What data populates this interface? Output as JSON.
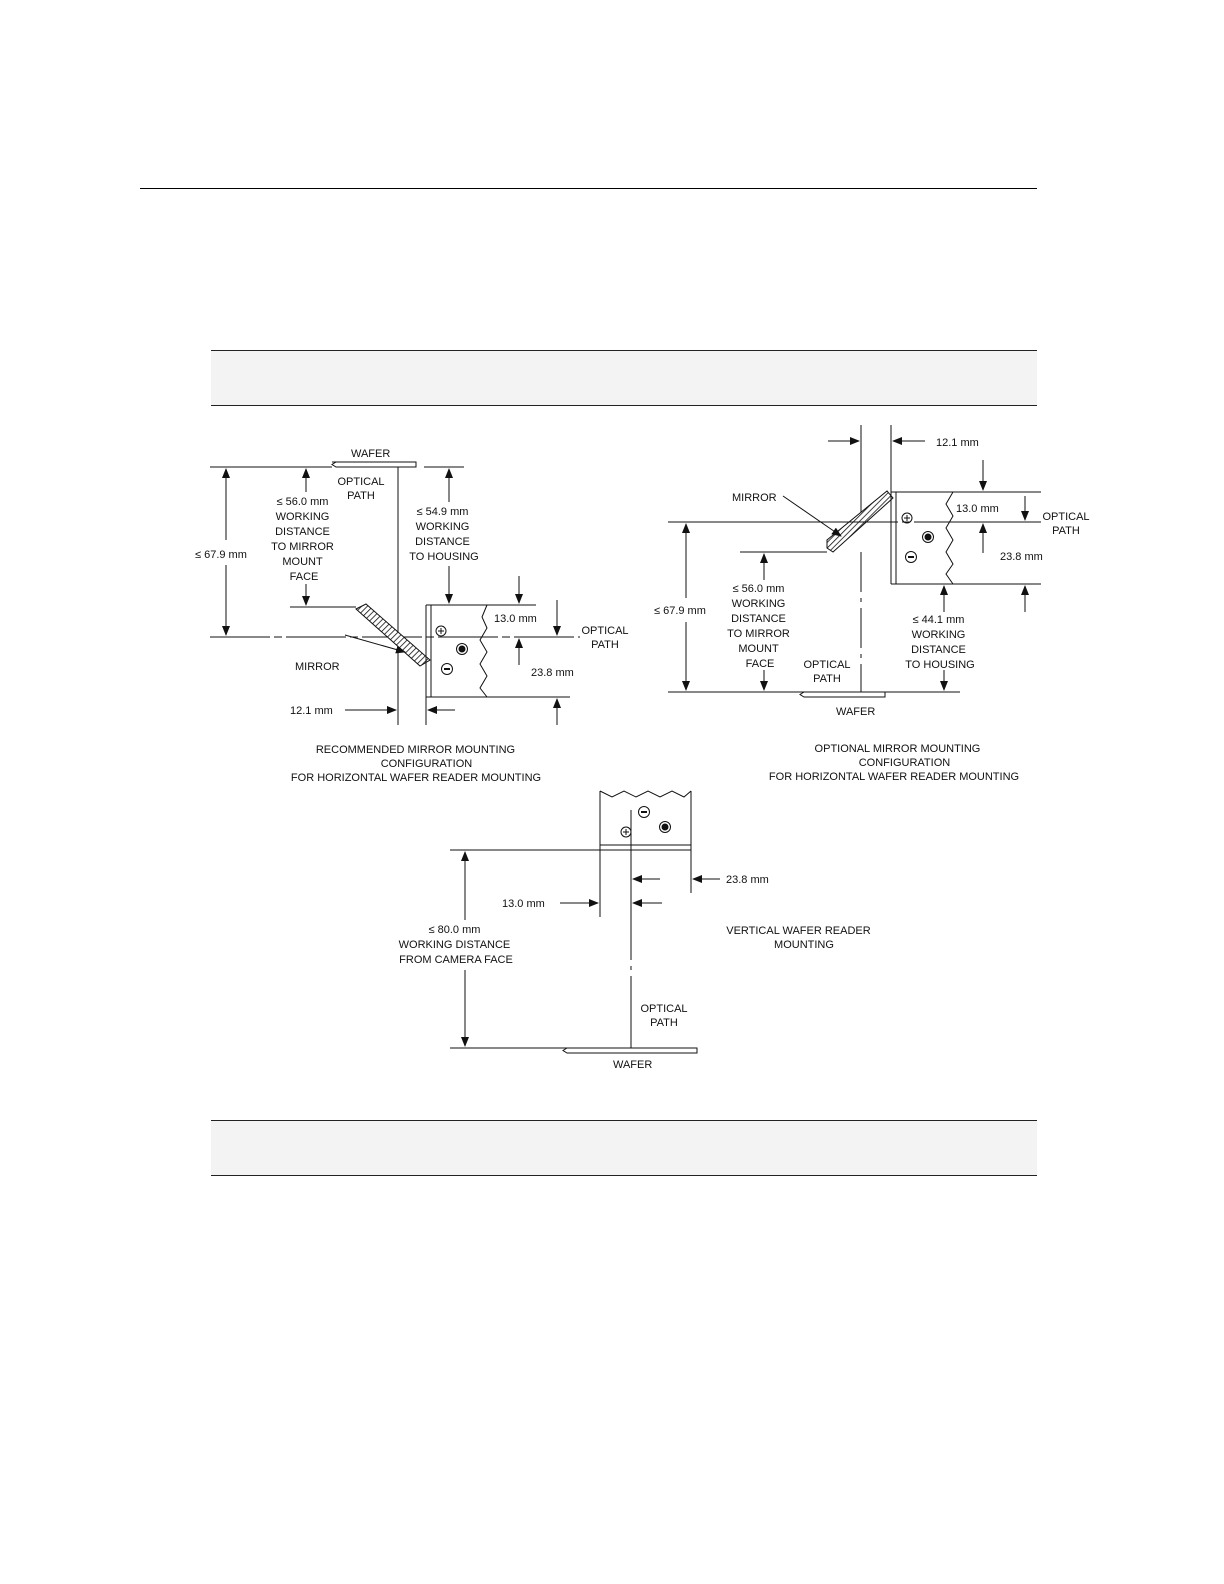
{
  "left": {
    "wafer": "WAFER",
    "optical_path": [
      "OPTICAL",
      "PATH"
    ],
    "mirror_mount_dist": [
      "≤ 56.0 mm",
      "WORKING",
      "DISTANCE",
      "TO  MIRROR",
      "MOUNT",
      "FACE"
    ],
    "housing_dist": [
      "≤ 54.9 mm",
      "WORKING",
      "DISTANCE",
      "TO  HOUSING"
    ],
    "total_dist": "≤ 67.9 mm",
    "dim_13": "13.0 mm",
    "dim_23": "23.8 mm",
    "dim_12": "12.1 mm",
    "optical_path_side": [
      "OPTICAL",
      "PATH"
    ],
    "mirror": "MIRROR",
    "caption": [
      "RECOMMENDED MIRROR MOUNTING",
      "CONFIGURATION",
      "FOR HORIZONTAL WAFER READER MOUNTING"
    ]
  },
  "right": {
    "dim_12": "12.1 mm",
    "mirror": "MIRROR",
    "dim_13": "13.0 mm",
    "optical_path_side": [
      "OPTICAL",
      "PATH"
    ],
    "dim_23": "23.8 mm",
    "total_dist": "≤ 67.9 mm",
    "mirror_mount_dist": [
      "≤ 56.0 mm",
      "WORKING",
      "DISTANCE",
      "TO  MIRROR",
      "MOUNT",
      "FACE"
    ],
    "housing_dist": [
      "≤ 44.1 mm",
      "WORKING",
      "DISTANCE",
      "TO  HOUSING"
    ],
    "optical_path": [
      "OPTICAL",
      "PATH"
    ],
    "wafer": "WAFER",
    "caption": [
      "OPTIONAL MIRROR MOUNTING",
      "CONFIGURATION",
      "FOR HORIZONTAL WAFER READER MOUNTING"
    ]
  },
  "vertical": {
    "dim_23": "23.8 mm",
    "dim_13": "13.0 mm",
    "camera_dist": [
      "≤ 80.0 mm",
      "WORKING DISTANCE",
      "FROM CAMERA FACE"
    ],
    "caption": [
      "VERTICAL WAFER READER",
      "MOUNTING"
    ],
    "optical_path": [
      "OPTICAL",
      "PATH"
    ],
    "wafer": "WAFER"
  }
}
